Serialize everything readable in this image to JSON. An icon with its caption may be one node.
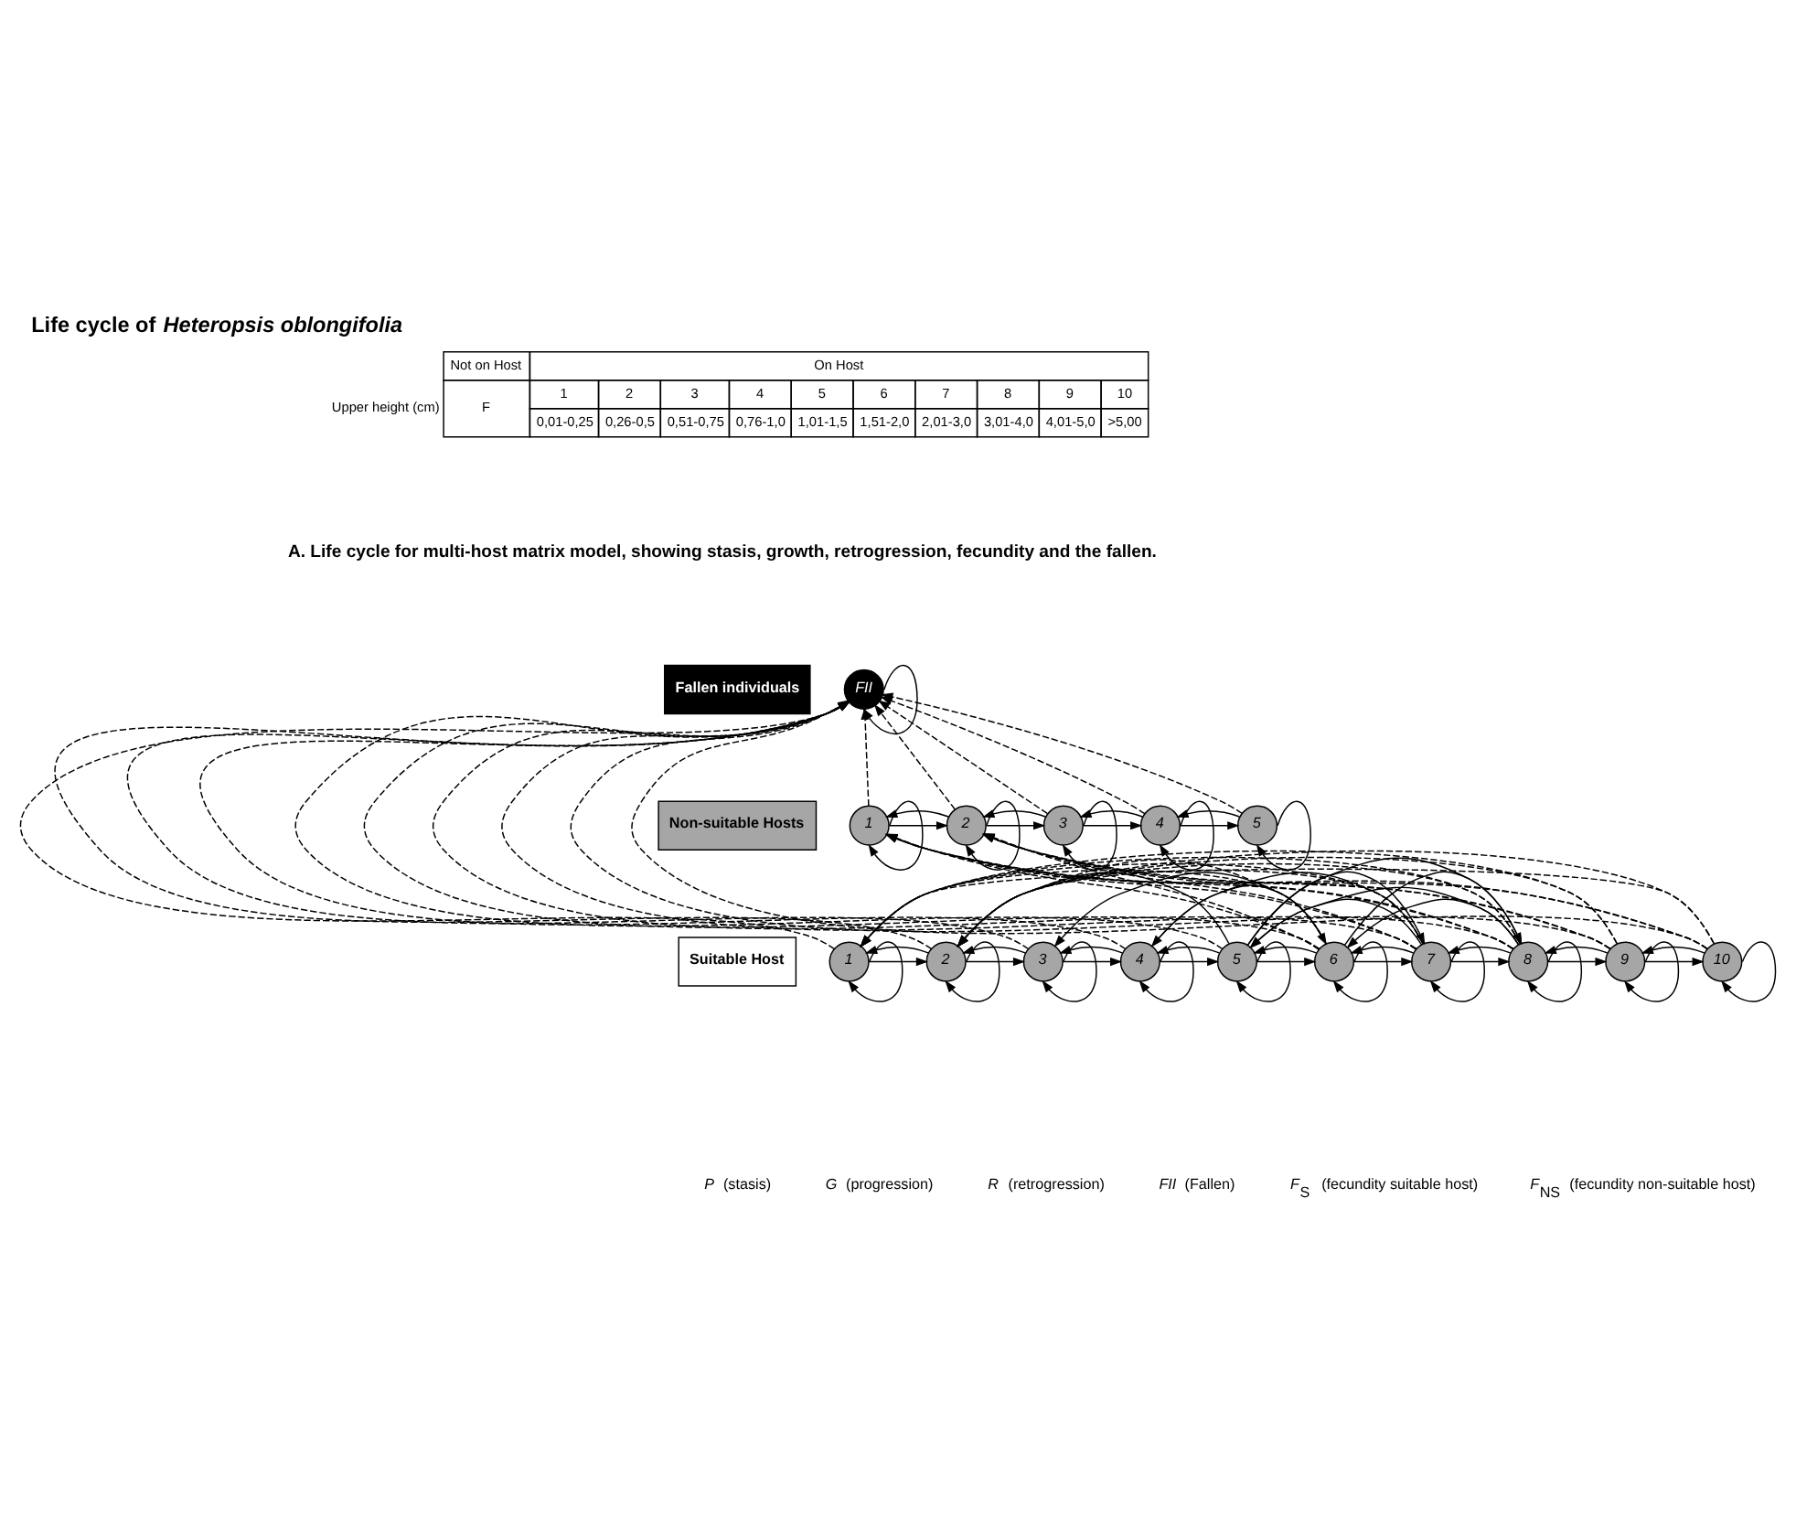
{
  "diagram": {
    "title": "Life cycle of *Heteropsis oblongifolia*",
    "nodes": [
      {
        "text": [
          "Fallen individuals"
        ]
      },
      {
        "text": [
          "FII"
        ]
      },
      {
        "text": [
          "Non-suitable Hosts"
        ]
      },
      {
        "text": [
          "1"
        ]
      },
      {
        "text": [
          "2"
        ]
      },
      {
        "text": [
          "3"
        ]
      },
      {
        "text": [
          "4"
        ]
      },
      {
        "text": [
          "5"
        ]
      },
      {
        "text": [
          "Suitable Host"
        ]
      },
      {
        "text": [
          "1"
        ]
      },
      {
        "text": [
          "2"
        ]
      },
      {
        "text": [
          "3"
        ]
      },
      {
        "text": [
          "4"
        ]
      },
      {
        "text": [
          "5"
        ]
      },
      {
        "text": [
          "6"
        ]
      },
      {
        "text": [
          "7"
        ]
      },
      {
        "text": [
          "8"
        ]
      },
      {
        "text": [
          "9"
        ]
      },
      {
        "text": [
          "10"
        ]
      }
    ],
    "edges": [
      {
        "from": 1,
        "to": 1,
        "arrow": "to"
      },
      {
        "from": 3,
        "to": 3,
        "arrow": "to"
      },
      {
        "from": 4,
        "to": 4,
        "arrow": "to"
      },
      {
        "from": 5,
        "to": 5,
        "arrow": "to"
      },
      {
        "from": 6,
        "to": 6,
        "arrow": "to"
      },
      {
        "from": 7,
        "to": 7,
        "arrow": "to"
      },
      {
        "from": 9,
        "to": 9,
        "arrow": "to"
      },
      {
        "from": 10,
        "to": 10,
        "arrow": "to"
      },
      {
        "from": 11,
        "to": 11,
        "arrow": "to"
      },
      {
        "from": 12,
        "to": 12,
        "arrow": "to"
      },
      {
        "from": 13,
        "to": 13,
        "arrow": "to"
      },
      {
        "from": 14,
        "to": 14,
        "arrow": "to"
      },
      {
        "from": 15,
        "to": 15,
        "arrow": "to"
      },
      {
        "from": 16,
        "to": 16,
        "arrow": "to"
      },
      {
        "from": 17,
        "to": 17,
        "arrow": "to"
      },
      {
        "from": 18,
        "to": 18,
        "arrow": "to"
      },
      {
        "from": 3,
        "to": 4,
        "arrow": "to"
      },
      {
        "from": 4,
        "to": 3,
        "arrow": "to"
      },
      {
        "from": 4,
        "to": 5,
        "arrow": "to"
      },
      {
        "from": 5,
        "to": 4,
        "arrow": "to"
      },
      {
        "from": 5,
        "to": 6,
        "arrow": "to"
      },
      {
        "from": 6,
        "to": 5,
        "arrow": "to"
      },
      {
        "from": 6,
        "to": 7,
        "arrow": "to"
      },
      {
        "from": 7,
        "to": 6,
        "arrow": "to"
      },
      {
        "from": 9,
        "to": 10,
        "arrow": "to"
      },
      {
        "from": 10,
        "to": 9,
        "arrow": "to"
      },
      {
        "from": 10,
        "to": 11,
        "arrow": "to"
      },
      {
        "from": 11,
        "to": 10,
        "arrow": "to"
      },
      {
        "from": 11,
        "to": 12,
        "arrow": "to"
      },
      {
        "from": 12,
        "to": 11,
        "arrow": "to"
      },
      {
        "from": 12,
        "to": 13,
        "arrow": "to"
      },
      {
        "from": 13,
        "to": 12,
        "arrow": "to"
      },
      {
        "from": 13,
        "to": 14,
        "arrow": "to"
      },
      {
        "from": 14,
        "to": 13,
        "arrow": "to"
      },
      {
        "from": 14,
        "to": 15,
        "arrow": "to"
      },
      {
        "from": 15,
        "to": 14,
        "arrow": "to"
      },
      {
        "from": 15,
        "to": 16,
        "arrow": "to"
      },
      {
        "from": 16,
        "to": 15,
        "arrow": "to"
      },
      {
        "from": 16,
        "to": 17,
        "arrow": "to"
      },
      {
        "from": 17,
        "to": 16,
        "arrow": "to"
      },
      {
        "from": 17,
        "to": 18,
        "arrow": "to"
      },
      {
        "from": 18,
        "to": 17,
        "arrow": "to"
      },
      {
        "from": 13,
        "to": 10,
        "arrow": "to"
      },
      {
        "from": 14,
        "to": 11,
        "arrow": "to"
      },
      {
        "from": 15,
        "to": 12,
        "arrow": "to"
      },
      {
        "from": 15,
        "to": 13,
        "arrow": "to"
      },
      {
        "from": 16,
        "to": 13,
        "arrow": "to"
      },
      {
        "from": 16,
        "to": 14,
        "arrow": "to"
      },
      {
        "from": 12,
        "to": 14,
        "arrow": "to"
      },
      {
        "from": 13,
        "to": 15,
        "arrow": "to"
      },
      {
        "from": 13,
        "to": 16,
        "arrow": "to"
      },
      {
        "from": 14,
        "to": 16,
        "arrow": "to"
      },
      {
        "from": 3,
        "to": 1,
        "arrow": "to",
        "style": "dashed"
      },
      {
        "from": 4,
        "to": 1,
        "arrow": "to",
        "style": "dashed"
      },
      {
        "from": 5,
        "to": 1,
        "arrow": "to",
        "style": "dashed"
      },
      {
        "from": 6,
        "to": 1,
        "arrow": "to",
        "style": "dashed"
      },
      {
        "from": 7,
        "to": 1,
        "arrow": "to",
        "style": "dashed"
      },
      {
        "from": 9,
        "to": 1,
        "arrow": "to",
        "style": "dashed"
      },
      {
        "from": 10,
        "to": 1,
        "arrow": "to",
        "style": "dashed"
      },
      {
        "from": 11,
        "to": 1,
        "arrow": "to",
        "style": "dashed"
      },
      {
        "from": 12,
        "to": 1,
        "arrow": "to",
        "style": "dashed"
      },
      {
        "from": 13,
        "to": 1,
        "arrow": "to",
        "style": "dashed"
      },
      {
        "from": 14,
        "to": 1,
        "arrow": "to",
        "style": "dashed"
      },
      {
        "from": 15,
        "to": 1,
        "arrow": "to",
        "style": "dashed"
      },
      {
        "from": 16,
        "to": 1,
        "arrow": "to",
        "style": "dashed"
      },
      {
        "from": 17,
        "to": 1,
        "arrow": "to",
        "style": "dashed"
      },
      {
        "from": 18,
        "to": 1,
        "arrow": "to",
        "style": "dashed"
      },
      {
        "from": 14,
        "to": 9,
        "arrow": "to",
        "style": "dashed"
      },
      {
        "from": 15,
        "to": 9,
        "arrow": "to",
        "style": "dashed"
      },
      {
        "from": 16,
        "to": 9,
        "arrow": "to",
        "style": "dashed"
      },
      {
        "from": 17,
        "to": 9,
        "arrow": "to",
        "style": "dashed"
      },
      {
        "from": 18,
        "to": 9,
        "arrow": "to",
        "style": "dashed"
      },
      {
        "from": 14,
        "to": 10,
        "arrow": "to",
        "style": "dashed"
      },
      {
        "from": 15,
        "to": 10,
        "arrow": "to",
        "style": "dashed"
      },
      {
        "from": 16,
        "to": 10,
        "arrow": "to",
        "style": "dashed"
      },
      {
        "from": 17,
        "to": 10,
        "arrow": "to",
        "style": "dashed"
      },
      {
        "from": 18,
        "to": 10,
        "arrow": "to",
        "style": "dashed"
      },
      {
        "from": 14,
        "to": 3,
        "arrow": "to",
        "style": "dashed"
      },
      {
        "from": 15,
        "to": 3,
        "arrow": "to",
        "style": "dashed"
      },
      {
        "from": 16,
        "to": 3,
        "arrow": "to",
        "style": "dashed"
      },
      {
        "from": 17,
        "to": 3,
        "arrow": "to",
        "style": "dashed"
      },
      {
        "from": 18,
        "to": 3,
        "arrow": "to",
        "style": "dashed"
      },
      {
        "from": 14,
        "to": 4,
        "arrow": "to",
        "style": "dashed"
      },
      {
        "from": 15,
        "to": 4,
        "arrow": "to",
        "style": "dashed"
      },
      {
        "from": 16,
        "to": 4,
        "arrow": "to",
        "style": "dashed"
      },
      {
        "from": 17,
        "to": 4,
        "arrow": "to",
        "style": "dashed"
      },
      {
        "from": 18,
        "to": 4,
        "arrow": "to",
        "style": "dashed"
      }
    ],
    "labels": [
      "Not on Host",
      "On Host",
      "Upper height (cm)",
      "F",
      "1",
      "2",
      "3",
      "4",
      "5",
      "6",
      "7",
      "8",
      "9",
      "10",
      "0,01-0,25",
      "0,26-0,5",
      "0,51-0,75",
      "0,76-1,0",
      "1,01-1,5",
      "1,51-2,0",
      "2,01-3,0",
      "3,01-4,0",
      "4,01-5,0",
      ">5,00",
      "A. Life cycle for multi-host matrix model, showing stasis, growth, retrogression, fecundity and the fallen."
    ],
    "legend": [
      {
        "text": "*P* (stasis)"
      },
      {
        "text": "*G* (progression)"
      },
      {
        "text": "*R* (retrogression)"
      },
      {
        "text": "*FII* (Fallen)"
      },
      {
        "text": "*F*$_{S}$ (fecundity suitable host)"
      },
      {
        "text": "*F*$_{NS}$ (fecundity non-suitable host)"
      }
    ]
  }
}
